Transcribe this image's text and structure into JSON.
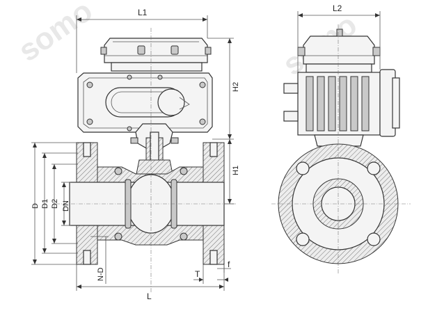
{
  "dimensions": {
    "L1": "L1",
    "L2": "L2",
    "H1": "H1",
    "H2": "H2",
    "D": "D",
    "D1": "D1",
    "D2": "D2",
    "DN": "DN",
    "ND": "N-D",
    "L": "L",
    "T": "T",
    "f": "f"
  },
  "watermark": {
    "text": "somo"
  }
}
